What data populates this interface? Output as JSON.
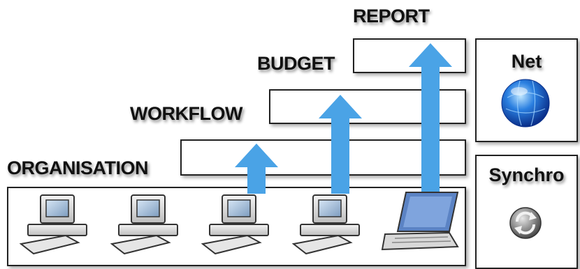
{
  "levels": {
    "report": "REPORT",
    "budget": "BUDGET",
    "workflow": "WORKFLOW",
    "organisation": "ORGANISATION"
  },
  "panels": {
    "net": {
      "title": "Net",
      "icon": "globe-icon"
    },
    "synchro": {
      "title": "Synchro",
      "icon": "sync-icon"
    }
  },
  "devices": [
    {
      "icon": "desktop-computer-icon"
    },
    {
      "icon": "desktop-computer-icon"
    },
    {
      "icon": "desktop-computer-icon"
    },
    {
      "icon": "desktop-computer-icon"
    },
    {
      "icon": "laptop-icon"
    }
  ],
  "colors": {
    "arrow": "#4aa3e6",
    "border": "#222222",
    "label": "#111111"
  }
}
